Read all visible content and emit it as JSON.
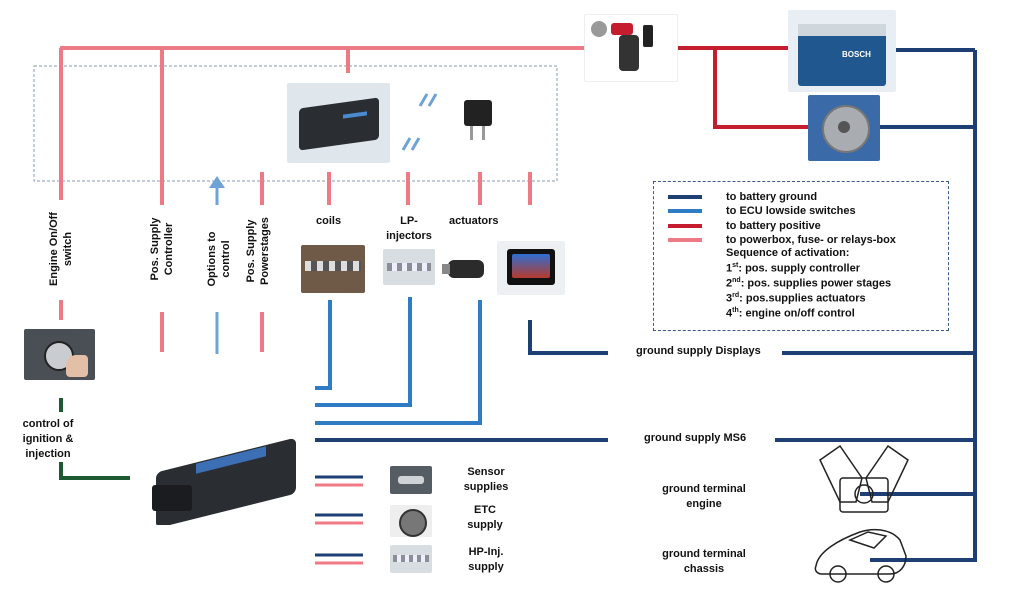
{
  "colors": {
    "ground": "#1e3f73",
    "ecu_lowside": "#2e7cc4",
    "battery_positive": "#c51d2e",
    "powerbox": "#ee7a86",
    "ignition": "#1d5a32"
  },
  "labels": {
    "engine_switch": "Engine On/Off switch",
    "pos_supply_controller": "Pos. Supply Controller",
    "options_to_control": "Options to control",
    "pos_supply_powerstages": "Pos. Supply Powerstages",
    "coils": "coils",
    "lp_injectors": "LP-injectors",
    "actuators": "actuators",
    "control_ignition": "control of ignition & injection",
    "sensor_supplies": "Sensor supplies",
    "etc_supply": "ETC supply",
    "hp_inj_supply": "HP-Inj. supply",
    "ground_supply_displays": "ground supply Displays",
    "ground_supply_ms6": "ground supply MS6",
    "ground_terminal_engine": "ground terminal engine",
    "ground_terminal_chassis": "ground terminal chassis"
  },
  "legend": {
    "items": [
      {
        "text": "to battery ground",
        "color": "#1e3f73"
      },
      {
        "text": "to ECU lowside switches",
        "color": "#2e7cc4"
      },
      {
        "text": "to battery positive",
        "color": "#c51d2e"
      },
      {
        "text": "to powerbox, fuse- or relays-box",
        "color": "#ee7a86"
      }
    ],
    "sequence_title": "Sequence of activation:",
    "sequence": [
      {
        "num": "1",
        "sup": "st",
        "text": ": pos. supply controller"
      },
      {
        "num": "2",
        "sup": "nd",
        "text": ": pos. supplies power stages"
      },
      {
        "num": "3",
        "sup": "rd",
        "text": ": pos.supplies actuators"
      },
      {
        "num": "4",
        "sup": "th",
        "text": ": engine on/off control"
      }
    ]
  },
  "logo_text": "BOSCH"
}
